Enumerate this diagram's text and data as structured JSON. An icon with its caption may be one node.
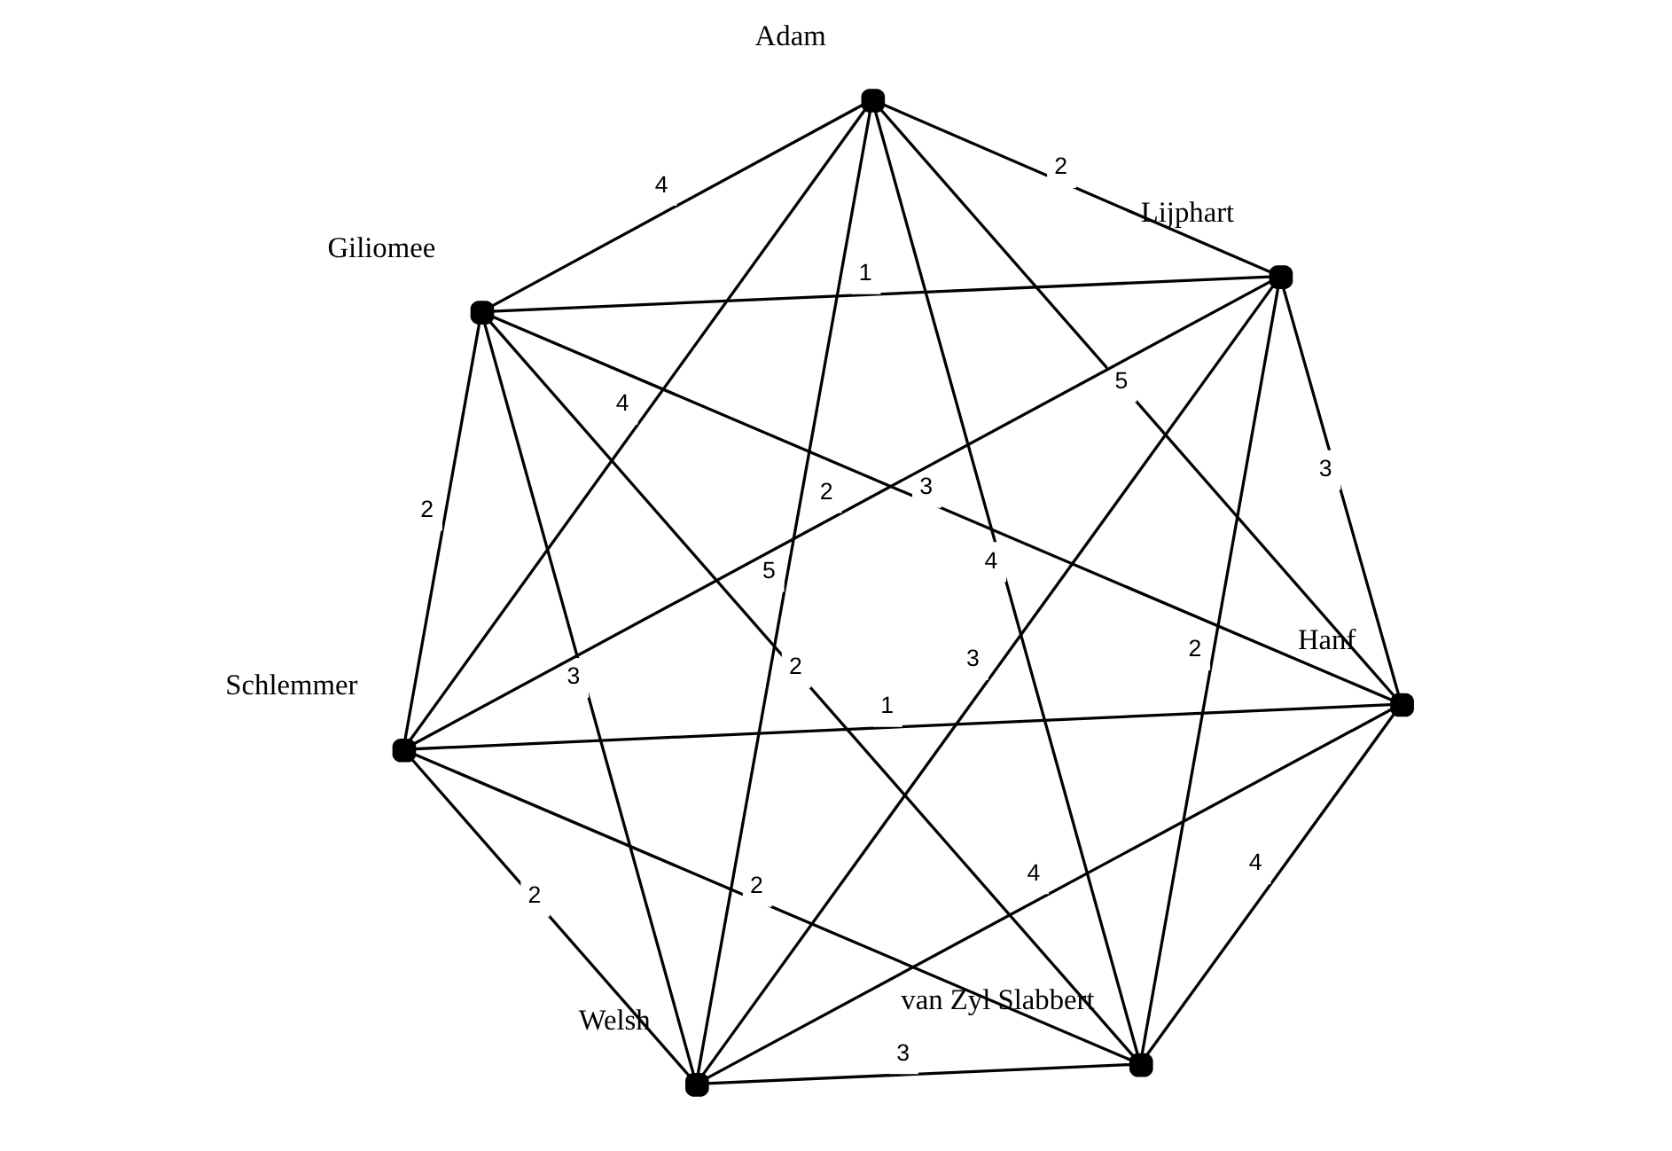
{
  "diagram": {
    "nodes": [
      {
        "text": [],
        "shape": "circle",
        "beside": [
          "Welsh"
        ]
      },
      {
        "text": [],
        "shape": "circle",
        "beside": [
          "Schlemmer"
        ]
      },
      {
        "text": [],
        "shape": "circle",
        "beside": [
          "van Zyl Slabbert"
        ]
      },
      {
        "text": [],
        "shape": "circle",
        "beside": [
          "Giliomee"
        ]
      },
      {
        "text": [],
        "shape": "circle",
        "beside": [
          "Hanf"
        ]
      },
      {
        "text": [],
        "shape": "circle",
        "beside": [
          "Adam"
        ]
      },
      {
        "text": [],
        "shape": "circle",
        "beside": [
          "Lijphart"
        ]
      }
    ],
    "edges": [
      {
        "from": 0,
        "to": 1,
        "arrow": "none",
        "label": "2"
      },
      {
        "from": 0,
        "to": 2,
        "arrow": "none",
        "label": "3"
      },
      {
        "from": 1,
        "to": 2,
        "arrow": "none",
        "label": "2"
      },
      {
        "from": 0,
        "to": 3,
        "arrow": "none",
        "label": "3"
      },
      {
        "from": 1,
        "to": 3,
        "arrow": "none",
        "label": "2"
      },
      {
        "from": 0,
        "to": 4,
        "arrow": "none",
        "label": "4"
      },
      {
        "from": 2,
        "to": 3,
        "arrow": "none",
        "label": "2"
      },
      {
        "from": 1,
        "to": 4,
        "arrow": "none",
        "label": "1"
      },
      {
        "from": 0,
        "to": 5,
        "arrow": "none",
        "label": "5"
      },
      {
        "from": 0,
        "to": 6,
        "arrow": "none",
        "label": "3"
      },
      {
        "from": 1,
        "to": 5,
        "arrow": "none",
        "label": "4"
      },
      {
        "from": 1,
        "to": 6,
        "arrow": "none",
        "label": "2"
      },
      {
        "from": 2,
        "to": 5,
        "arrow": "none",
        "label": "4"
      },
      {
        "from": 3,
        "to": 4,
        "arrow": "none",
        "label": "3"
      },
      {
        "from": 2,
        "to": 6,
        "arrow": "none",
        "label": "2"
      },
      {
        "from": 2,
        "to": 4,
        "arrow": "none",
        "label": "4"
      },
      {
        "from": 3,
        "to": 6,
        "arrow": "none",
        "label": "1"
      },
      {
        "from": 5,
        "to": 4,
        "arrow": "none",
        "label": "5"
      },
      {
        "from": 3,
        "to": 5,
        "arrow": "none",
        "label": "4"
      },
      {
        "from": 4,
        "to": 6,
        "arrow": "none",
        "label": "3"
      },
      {
        "from": 5,
        "to": 6,
        "arrow": "none",
        "label": "2"
      }
    ]
  }
}
